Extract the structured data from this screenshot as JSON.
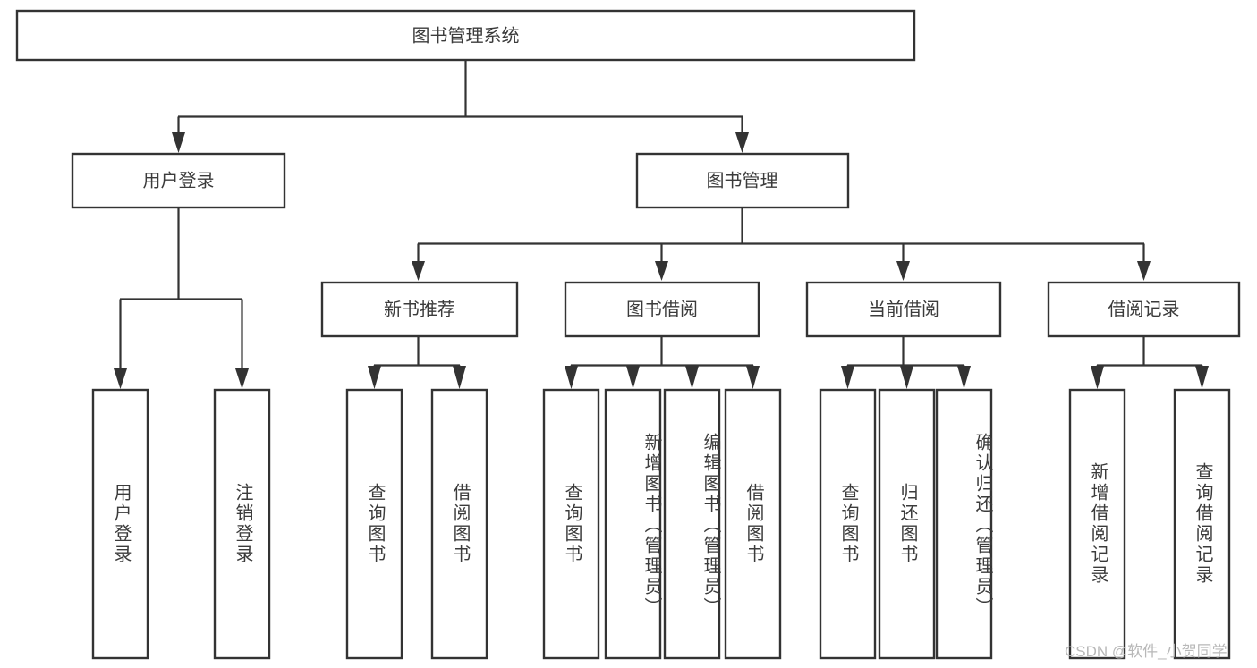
{
  "diagram": {
    "title": "图书管理系统",
    "type": "hierarchy-tree",
    "watermark": "CSDN @软件_小贺同学",
    "colors": {
      "background": "#ffffff",
      "box_fill": "#ffffff",
      "box_stroke": "#333333",
      "connector": "#333333",
      "text": "#3b3b3b",
      "watermark_text": "#b8b8b8"
    },
    "levels": {
      "root": "图书管理系统",
      "level2": [
        "用户登录",
        "图书管理"
      ],
      "level3": [
        "新书推荐",
        "图书借阅",
        "当前借阅",
        "借阅记录"
      ]
    },
    "nodes": {
      "root": {
        "label": "图书管理系统"
      },
      "user_login": {
        "label": "用户登录"
      },
      "book_manage": {
        "label": "图书管理"
      },
      "new_book_rec": {
        "label": "新书推荐"
      },
      "book_borrow": {
        "label": "图书借阅"
      },
      "current_borrow": {
        "label": "当前借阅"
      },
      "borrow_record": {
        "label": "借阅记录"
      }
    },
    "leaves": {
      "user_login": [
        {
          "label": "用户登录"
        },
        {
          "label": "注销登录"
        }
      ],
      "new_book_rec": [
        {
          "label": "查询图书"
        },
        {
          "label": "借阅图书"
        }
      ],
      "book_borrow": [
        {
          "label": "查询图书"
        },
        {
          "label": "新增图书（管理员）"
        },
        {
          "label": "编辑图书（管理员）"
        },
        {
          "label": "借阅图书"
        }
      ],
      "current_borrow": [
        {
          "label": "查询图书"
        },
        {
          "label": "归还图书"
        },
        {
          "label": "确认归还（管理员）"
        }
      ],
      "borrow_record": [
        {
          "label": "新增借阅记录"
        },
        {
          "label": "查询借阅记录"
        }
      ]
    }
  }
}
